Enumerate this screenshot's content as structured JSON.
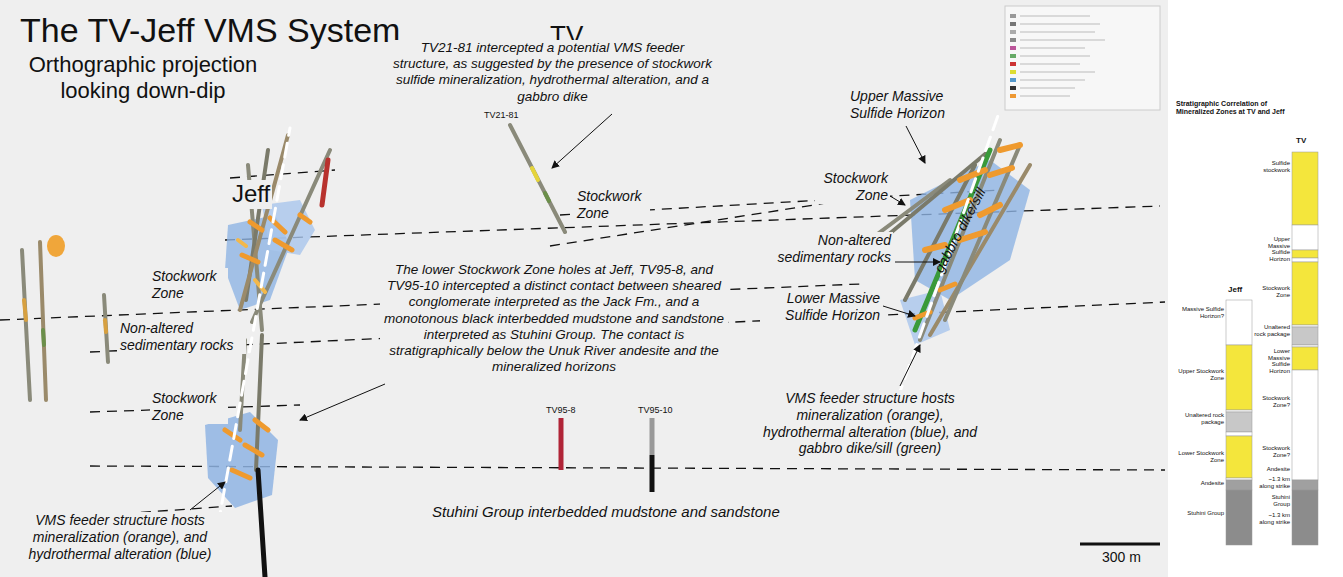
{
  "diagram": {
    "title": "The TV-Jeff VMS System",
    "labels": [
      "Orthographic projection looking down-dip",
      "TV",
      "Jeff",
      "TV21-81 intercepted a potential VMS feeder structure, as suggested by the presence of stockwork sulfide mineralization, hydrothermal alteration, and a gabbro dike",
      "TV21-81",
      "Stockwork Zone",
      "Upper Massive Sulfide Horizon",
      "Stockwork Zone",
      "Non-altered sedimentary rocks",
      "gabbro dike/sill",
      "Lower Massive Sulfide Horizon",
      "VMS feeder structure hosts mineralization (orange), hydrothermal alteration (blue), and gabbro dike/sill (green)",
      "Stockwork Zone",
      "Non-altered sedimentary rocks",
      "Stockwork Zone",
      "The lower Stockwork Zone holes at Jeff, TV95-8, and TV95-10 intercepted a distinct contact between sheared conglomerate interpreted as the Jack Fm., and a monotonous black interbedded mudstone and sandstone interpreted as Stuhini Group. The contact is stratigraphically below the Unuk River andesite and the mineralized horizons",
      "TV95-8",
      "TV95-10",
      "Stuhini Group interbedded mudstone and sandstone",
      "VMS feeder structure hosts mineralization (orange), and hydrothermal alteration (blue)",
      "300 m",
      "Stratigraphic Correlation of Mineralized Zones at TV and Jeff",
      "TV",
      "Jeff",
      "Sulfide stockwork",
      "Upper Massive Sulfide Horizon",
      "Stockwork Zone",
      "Unaltered rock package",
      "Lower Massive Sulfide Horizon",
      "Stockwork Zone?",
      "Stockwork Zone?",
      "Andesite",
      "~1.3 km along strike",
      "Stuhini Group",
      "~1.3 km along strike",
      "Massive Sulfide Horizon?",
      "Upper Stockwork Zone",
      "Unaltered rock package",
      "Lower Stockwork Zone",
      "Andesite",
      "Stuhini Group"
    ]
  }
}
